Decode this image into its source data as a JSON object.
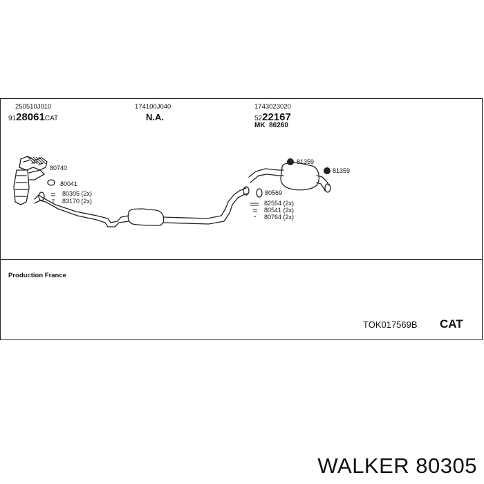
{
  "header": {
    "col1_partno": "250510J010",
    "col1_num_prefix": "91",
    "col1_num_main": "28061",
    "col1_suffix": "CAT",
    "col2_partno": "174100J040",
    "col2_value": "N.A.",
    "col3_partno": "1743023020",
    "col3_num_prefix": "52",
    "col3_num_main": "22167",
    "col3_mk_label": "MK",
    "col3_mk_value": "86260"
  },
  "parts": {
    "p80740": "80740",
    "p80041": "80041",
    "p80305": "80305 (2x)",
    "p83170": "83170 (2x)",
    "p80569": "80569",
    "p82554": "82554 (2x)",
    "p80541": "80541 (2x)",
    "p80764": "80764 (2x)",
    "p81359a": "81359",
    "p81359b": "81359"
  },
  "footer": {
    "production": "Production France",
    "code": "TOK017569B",
    "cat": "CAT",
    "brand": "WALKER 80305"
  }
}
